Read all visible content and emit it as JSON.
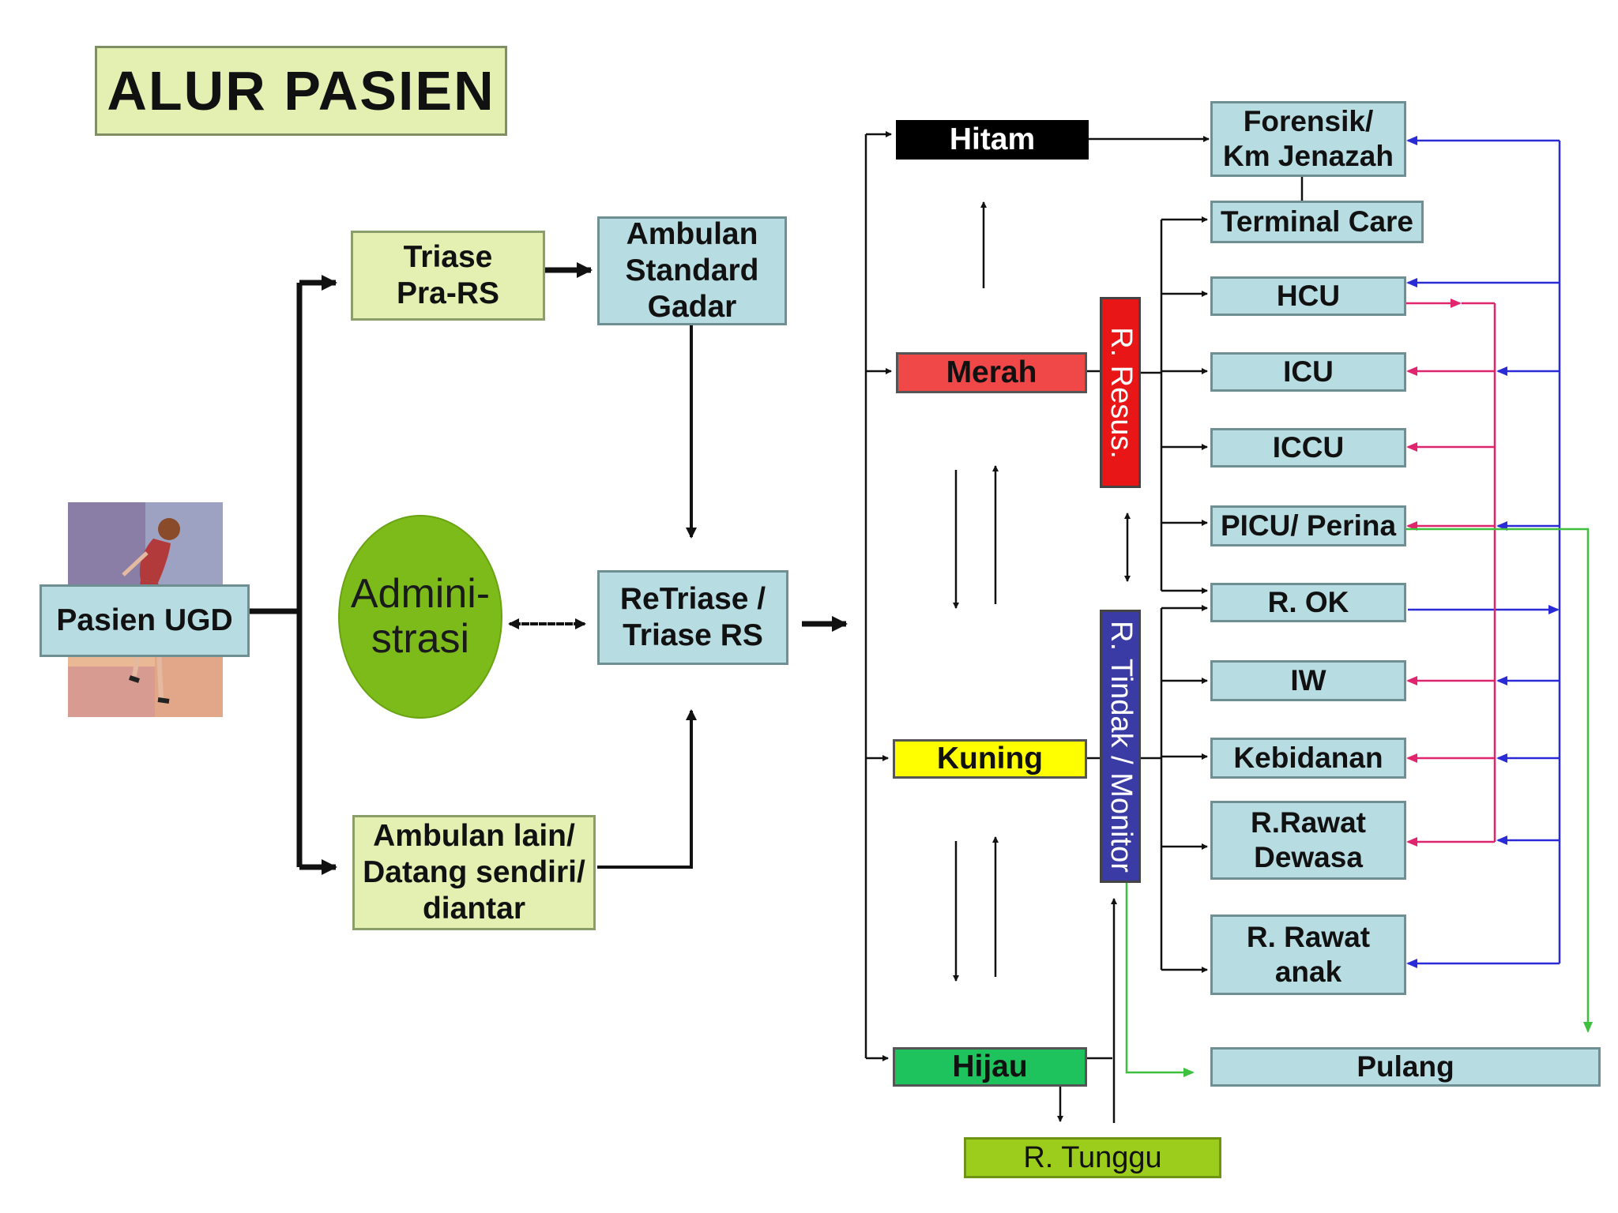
{
  "title": "ALUR  PASIEN",
  "nodes": {
    "pasien_ugd": "Pasien UGD",
    "triase_pra_rs": [
      "Triase",
      "Pra-RS"
    ],
    "ambulan_standard": [
      "Ambulan",
      "Standard",
      "Gadar"
    ],
    "administrasi": [
      "Admini-",
      "strasi"
    ],
    "retriase": [
      "ReTriase /",
      "Triase RS"
    ],
    "ambulan_lain": [
      "Ambulan lain/",
      "Datang sendiri/",
      "diantar"
    ],
    "hitam": "Hitam",
    "merah": "Merah",
    "kuning": "Kuning",
    "hijau": "Hijau",
    "r_resus": "R. Resus.",
    "r_tindak": "R. Tindak / Monitor",
    "r_tunggu": "R. Tunggu",
    "forensik": [
      "Forensik/",
      "Km Jenazah"
    ],
    "terminal_care": "Terminal Care",
    "hcu": "HCU",
    "icu": "ICU",
    "iccu": "ICCU",
    "picu": "PICU/ Perina",
    "r_ok": "R. OK",
    "iw": "IW",
    "kebidanan": "Kebidanan",
    "r_rawat_dewasa": [
      "R.Rawat",
      "Dewasa"
    ],
    "r_rawat_anak": [
      "R. Rawat",
      "anak"
    ],
    "pulang": "Pulang"
  },
  "colors": {
    "teal_box": "#b7dde2",
    "lime_box": "#e3f0b1",
    "hitam": "#000000",
    "merah": "#f04848",
    "kuning": "#ffff00",
    "hijau": "#1fc35e",
    "r_resus": "#e81616",
    "r_tindak": "#3b3ba6",
    "r_tunggu": "#9ccc1c",
    "administrasi": "#7dbb1b",
    "blue_return": "#2a2ad6",
    "pink_return": "#e0256e",
    "green_discharge": "#3ec03e"
  }
}
